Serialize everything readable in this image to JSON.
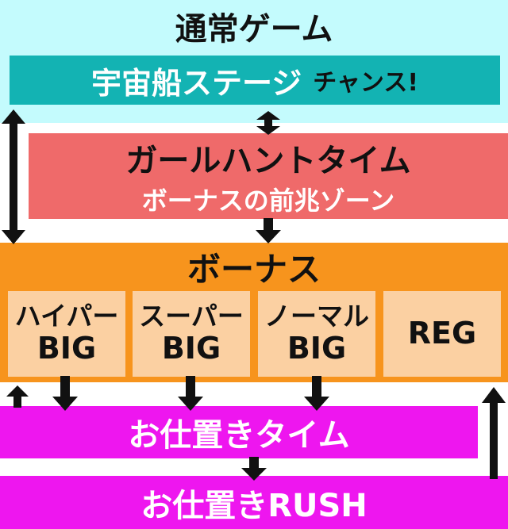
{
  "title": "通常ゲーム",
  "chance": {
    "main": "宇宙船ステージ",
    "sub": "チャンス!"
  },
  "girl_hunt": {
    "title": "ガールハントタイム",
    "subtitle": "ボーナスの前兆ゾーン"
  },
  "bonus": {
    "title": "ボーナス",
    "types": [
      {
        "line1": "ハイパー",
        "line2": "BIG"
      },
      {
        "line1": "スーパー",
        "line2": "BIG"
      },
      {
        "line1": "ノーマル",
        "line2": "BIG"
      },
      {
        "line1": "REG",
        "line2": ""
      }
    ]
  },
  "okiba_time": "お仕置きタイム",
  "okiba_rush": "お仕置きRUSH",
  "colors": {
    "top_background": "#c4fbfd",
    "chance_box": "#13b3b3",
    "girl_hunt_box": "#ef6a6a",
    "bonus_box": "#f7941d",
    "bonus_card": "#fbd0a2",
    "okiba_box": "#ee16ef",
    "arrow": "#111111"
  }
}
